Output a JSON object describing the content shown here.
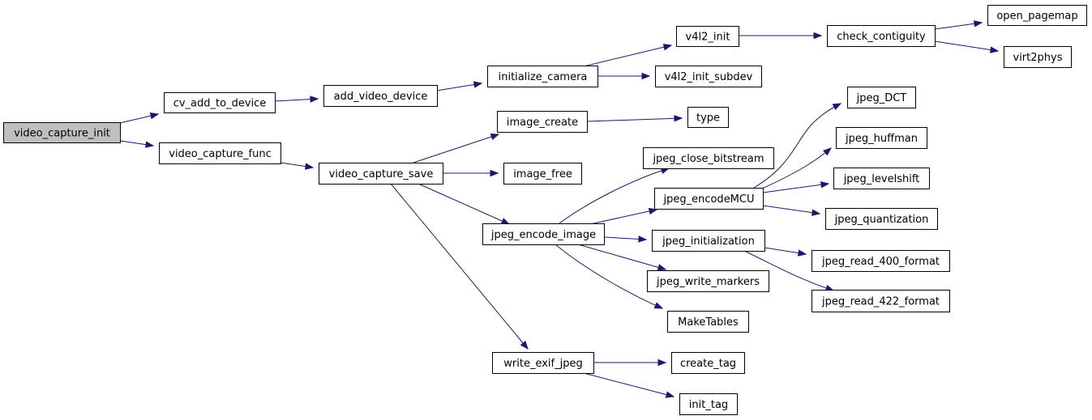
{
  "colors": {
    "root_fill": "#bfbfbf",
    "node_fill": "#ffffff",
    "node_border": "#000000",
    "edge": "#191970"
  },
  "nodes": [
    {
      "id": "video_capture_init",
      "label": "video_capture_init",
      "root": true
    },
    {
      "id": "cv_add_to_device",
      "label": "cv_add_to_device"
    },
    {
      "id": "add_video_device",
      "label": "add_video_device"
    },
    {
      "id": "initialize_camera",
      "label": "initialize_camera"
    },
    {
      "id": "v4l2_init",
      "label": "v4l2_init"
    },
    {
      "id": "check_contiguity",
      "label": "check_contiguity"
    },
    {
      "id": "open_pagemap",
      "label": "open_pagemap"
    },
    {
      "id": "virt2phys",
      "label": "virt2phys"
    },
    {
      "id": "v4l2_init_subdev",
      "label": "v4l2_init_subdev"
    },
    {
      "id": "video_capture_func",
      "label": "video_capture_func"
    },
    {
      "id": "video_capture_save",
      "label": "video_capture_save"
    },
    {
      "id": "image_create",
      "label": "image_create"
    },
    {
      "id": "type",
      "label": "type"
    },
    {
      "id": "image_free",
      "label": "image_free"
    },
    {
      "id": "jpeg_encode_image",
      "label": "jpeg_encode_image"
    },
    {
      "id": "jpeg_close_bitstream",
      "label": "jpeg_close_bitstream"
    },
    {
      "id": "jpeg_encodeMCU",
      "label": "jpeg_encodeMCU"
    },
    {
      "id": "jpeg_DCT",
      "label": "jpeg_DCT"
    },
    {
      "id": "jpeg_huffman",
      "label": "jpeg_huffman"
    },
    {
      "id": "jpeg_levelshift",
      "label": "jpeg_levelshift"
    },
    {
      "id": "jpeg_quantization",
      "label": "jpeg_quantization"
    },
    {
      "id": "jpeg_initialization",
      "label": "jpeg_initialization"
    },
    {
      "id": "jpeg_read_400_format",
      "label": "jpeg_read_400_format"
    },
    {
      "id": "jpeg_read_422_format",
      "label": "jpeg_read_422_format"
    },
    {
      "id": "jpeg_write_markers",
      "label": "jpeg_write_markers"
    },
    {
      "id": "MakeTables",
      "label": "MakeTables"
    },
    {
      "id": "write_exif_jpeg",
      "label": "write_exif_jpeg"
    },
    {
      "id": "create_tag",
      "label": "create_tag"
    },
    {
      "id": "init_tag",
      "label": "init_tag"
    }
  ],
  "edges": [
    {
      "from": "video_capture_init",
      "to": "cv_add_to_device"
    },
    {
      "from": "video_capture_init",
      "to": "video_capture_func"
    },
    {
      "from": "cv_add_to_device",
      "to": "add_video_device"
    },
    {
      "from": "add_video_device",
      "to": "initialize_camera"
    },
    {
      "from": "initialize_camera",
      "to": "v4l2_init"
    },
    {
      "from": "initialize_camera",
      "to": "v4l2_init_subdev"
    },
    {
      "from": "v4l2_init",
      "to": "check_contiguity"
    },
    {
      "from": "check_contiguity",
      "to": "open_pagemap"
    },
    {
      "from": "check_contiguity",
      "to": "virt2phys"
    },
    {
      "from": "video_capture_func",
      "to": "video_capture_save"
    },
    {
      "from": "video_capture_save",
      "to": "image_create"
    },
    {
      "from": "video_capture_save",
      "to": "image_free"
    },
    {
      "from": "video_capture_save",
      "to": "jpeg_encode_image"
    },
    {
      "from": "video_capture_save",
      "to": "write_exif_jpeg"
    },
    {
      "from": "image_create",
      "to": "type"
    },
    {
      "from": "jpeg_encode_image",
      "to": "jpeg_close_bitstream"
    },
    {
      "from": "jpeg_encode_image",
      "to": "jpeg_encodeMCU"
    },
    {
      "from": "jpeg_encode_image",
      "to": "jpeg_initialization"
    },
    {
      "from": "jpeg_encode_image",
      "to": "jpeg_write_markers"
    },
    {
      "from": "jpeg_encode_image",
      "to": "MakeTables"
    },
    {
      "from": "jpeg_encodeMCU",
      "to": "jpeg_DCT"
    },
    {
      "from": "jpeg_encodeMCU",
      "to": "jpeg_huffman"
    },
    {
      "from": "jpeg_encodeMCU",
      "to": "jpeg_levelshift"
    },
    {
      "from": "jpeg_encodeMCU",
      "to": "jpeg_quantization"
    },
    {
      "from": "jpeg_initialization",
      "to": "jpeg_read_400_format"
    },
    {
      "from": "jpeg_initialization",
      "to": "jpeg_read_422_format"
    },
    {
      "from": "write_exif_jpeg",
      "to": "create_tag"
    },
    {
      "from": "write_exif_jpeg",
      "to": "init_tag"
    }
  ]
}
